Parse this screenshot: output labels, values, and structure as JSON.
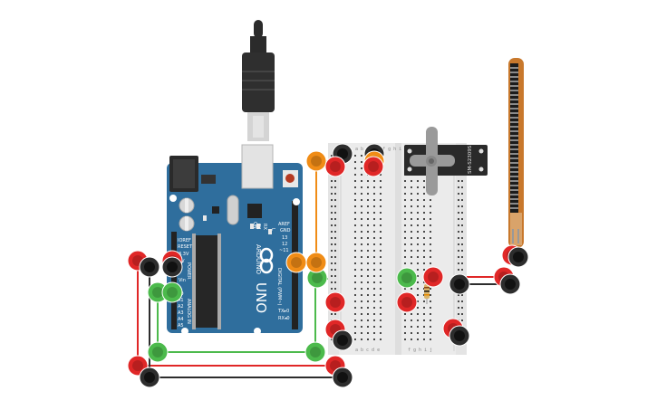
{
  "board": {
    "brand": "ARDUINO",
    "model": "UNO",
    "on_label": "ON",
    "tx_label": "TX",
    "rx_label": "RX",
    "l_label": "L",
    "aref_label": "AREF",
    "gnd_label": "GND",
    "digital_label": "DIGITAL (PWM~)",
    "power_label": "POWER",
    "analog_label": "ANALOG IN",
    "ioref_label": "IOREF",
    "reset_label": "RESET",
    "v33_label": "3.3V",
    "v5_label": "5V",
    "vin_label": "Vin",
    "tx0_label": "TX▸0",
    "rx0_label": "RX◂0",
    "pin13": "13",
    "pin12": "12",
    "pin11": "~11",
    "analog_pins": [
      "A0",
      "A1",
      "A2",
      "A3",
      "A4",
      "A5"
    ]
  },
  "servo": {
    "model": "SM-S2309S"
  },
  "breadboard": {
    "left_cols": "a b c d e",
    "right_cols": "f g h i j",
    "top_cols": "a b c d e   f g h i j"
  },
  "colors": {
    "arduino_blue": "#2f6e9d",
    "wire_red": "#e02727",
    "wire_black": "#2d2d2d",
    "wire_green": "#4cba4c",
    "wire_orange": "#f08c16",
    "breadboard": "#ebebeb",
    "flex_sensor": "#c8782c"
  },
  "icons": [
    "usb-cable-icon",
    "arduino-infinity-logo-icon",
    "servo-motor-icon",
    "flex-sensor-icon",
    "resistor-icon"
  ]
}
